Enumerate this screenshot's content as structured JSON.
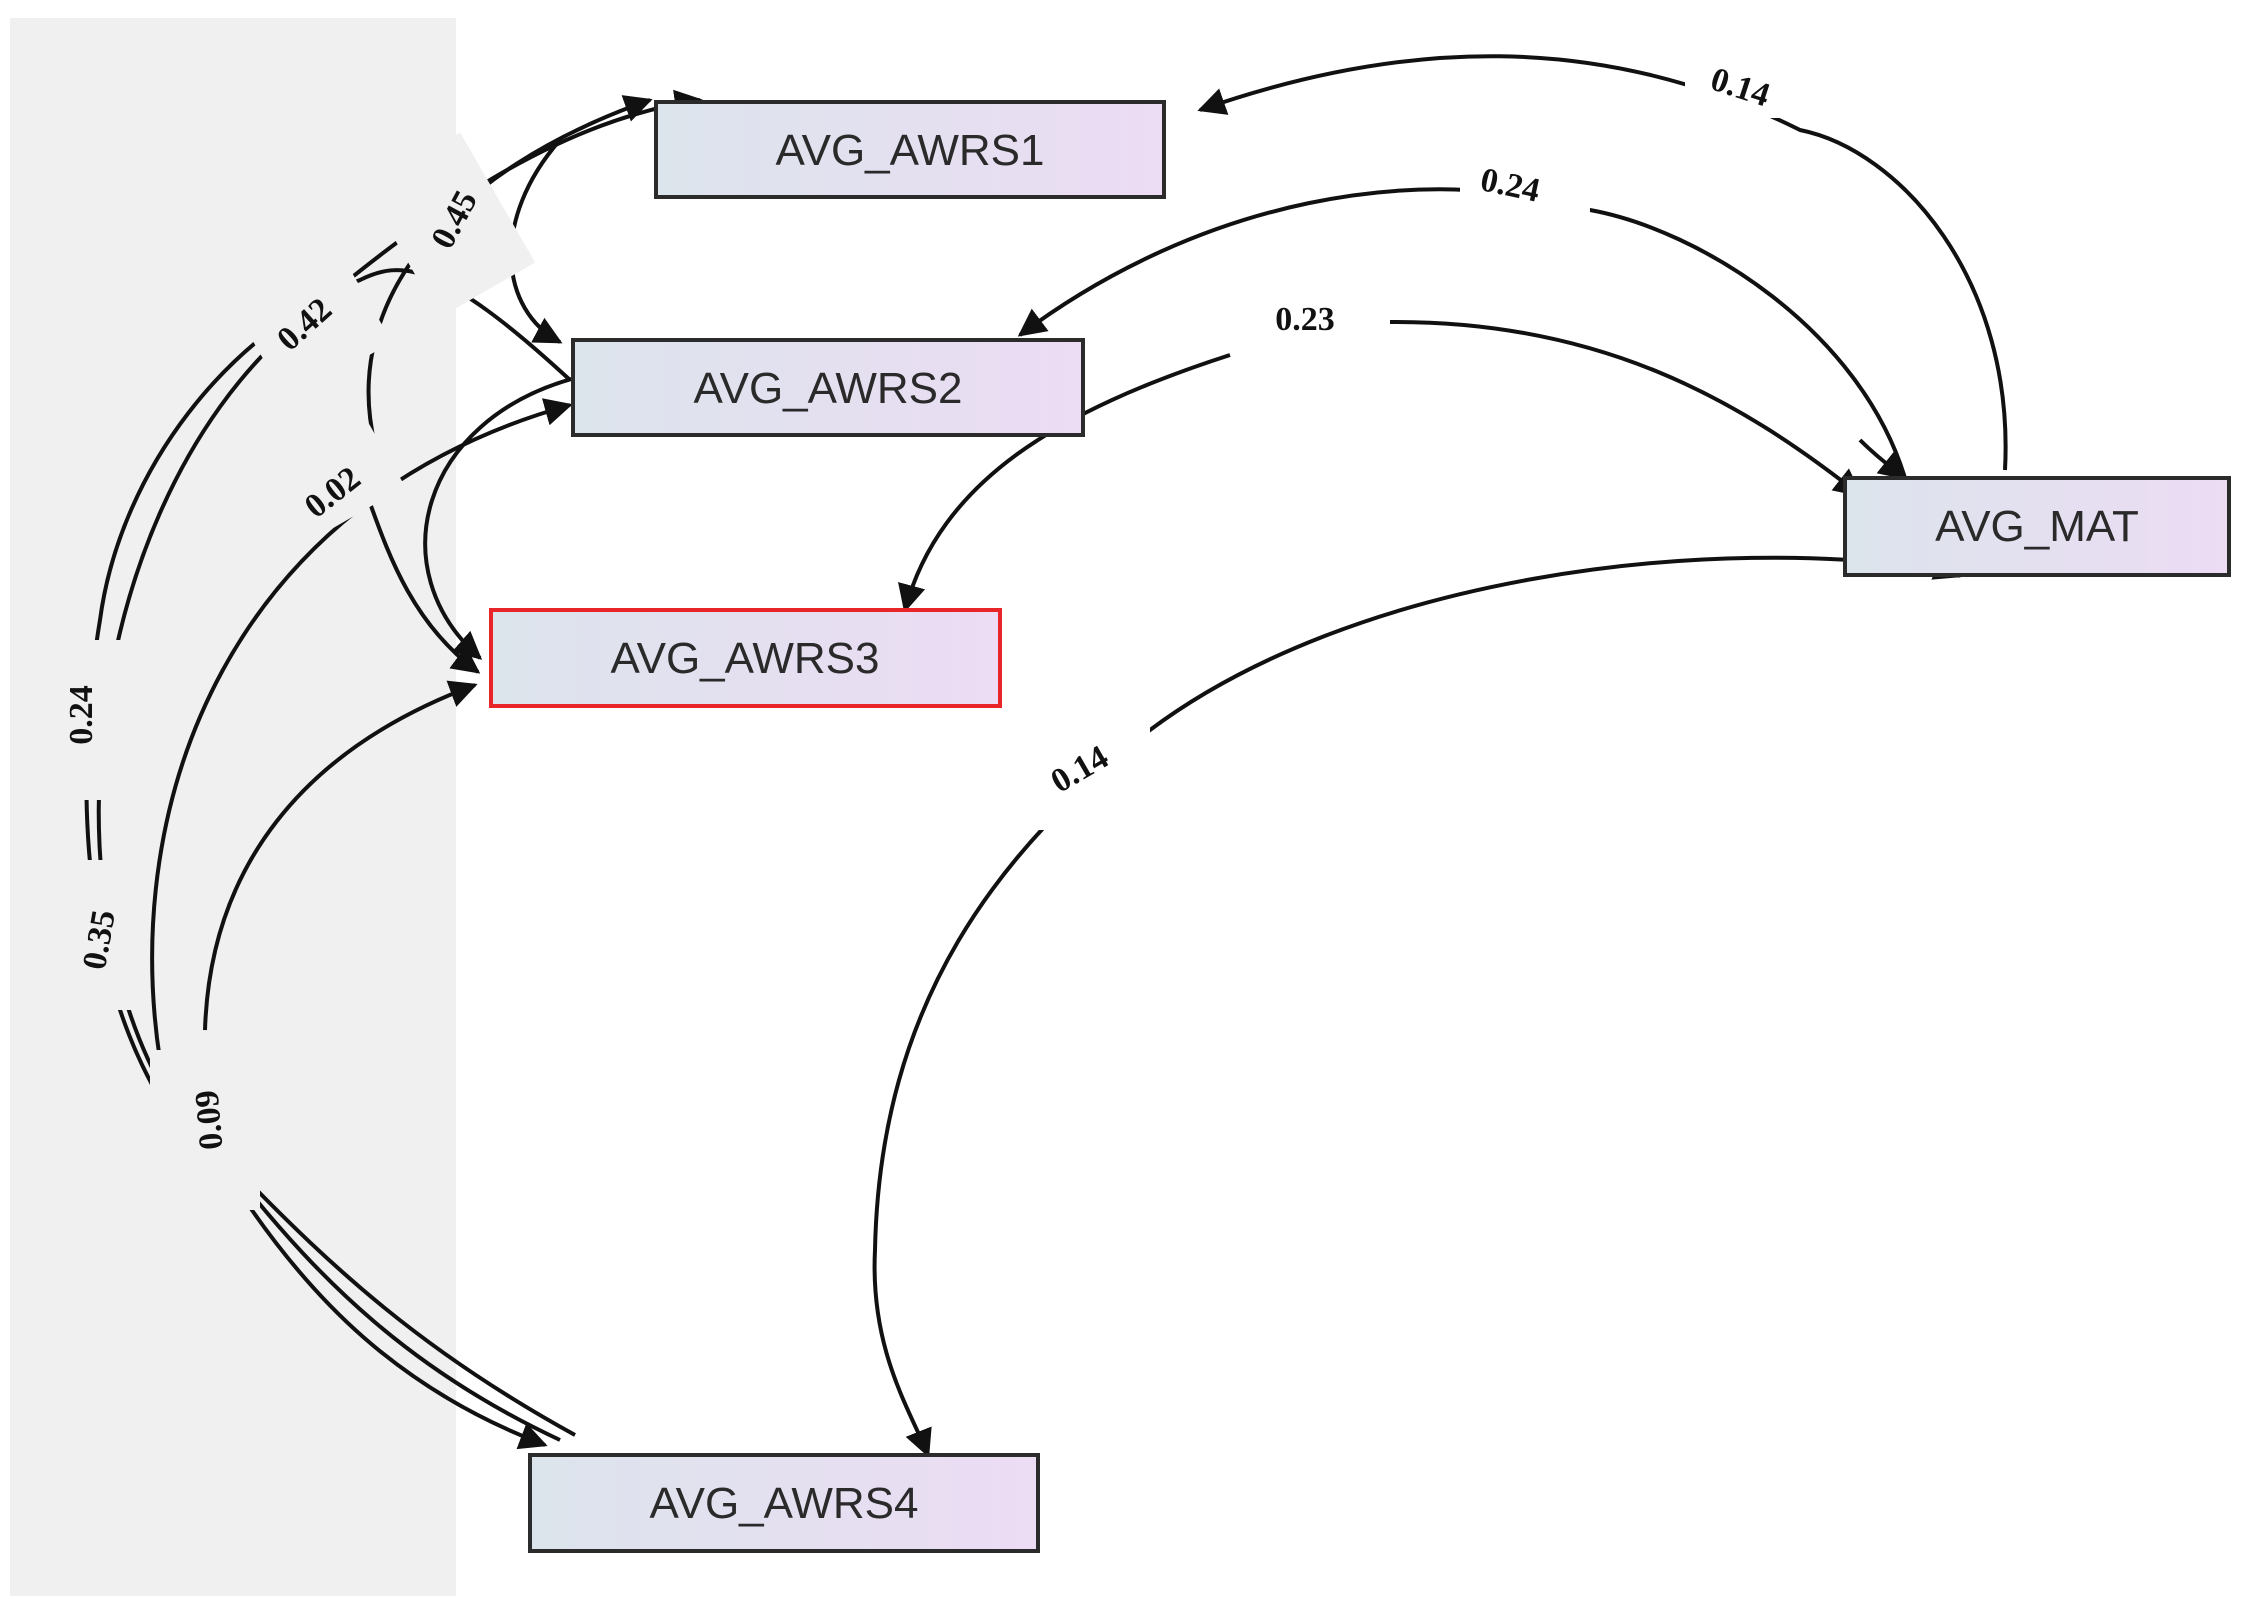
{
  "colors": {
    "panel": "#f0f0f0",
    "node_fill_start": "#dce4ec",
    "node_fill_end": "#ecdcf4",
    "node_border": "#2b2b2b",
    "highlight_border": "#e8262a",
    "edge": "#111111"
  },
  "nodes": {
    "awrs1": {
      "label": "AVG_AWRS1"
    },
    "awrs2": {
      "label": "AVG_AWRS2"
    },
    "awrs3": {
      "label": "AVG_AWRS3",
      "highlighted": true
    },
    "awrs4": {
      "label": "AVG_AWRS4"
    },
    "mat": {
      "label": "AVG_MAT"
    }
  },
  "edges": [
    {
      "id": "awrs4-awrs1",
      "label": "0.42"
    },
    {
      "id": "awrs3-awrs1",
      "label": "0.45"
    },
    {
      "id": "awrs4-awrs3",
      "label": "0.24"
    },
    {
      "id": "awrs4-awrs2",
      "label": "0.35"
    },
    {
      "id": "awrs2-awrs3",
      "label": "0.02"
    },
    {
      "id": "awrs4-awrs3b",
      "label": "0.09"
    },
    {
      "id": "mat-awrs1",
      "label": "0.14"
    },
    {
      "id": "mat-awrs2",
      "label": "0.24"
    },
    {
      "id": "mat-awrs3",
      "label": "0.23"
    },
    {
      "id": "mat-awrs4",
      "label": "0.14"
    }
  ]
}
